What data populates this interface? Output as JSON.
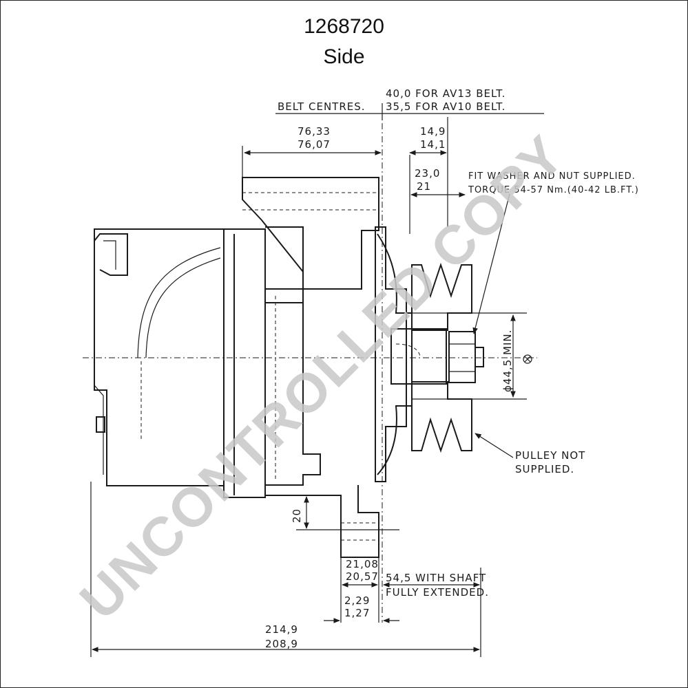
{
  "header": {
    "part_number": "1268720",
    "view": "Side"
  },
  "watermark": "UNCONTROLLED COPY",
  "labels": {
    "belt_40": "40,0 FOR AV13 BELT.",
    "belt_35": "35,5 FOR AV10 BELT.",
    "belt_centres": "BELT CENTRES.",
    "dim_76_33": "76,33",
    "dim_76_07": "76,07",
    "dim_14_9": "14,9",
    "dim_14_1": "14,1",
    "dim_23_0": "23,0",
    "dim_21": "21",
    "fit_washer": "FIT WASHER AND NUT SUPPLIED.",
    "torque": "TORQUE 54-57 Nm.(40-42 LB.FT.)",
    "dia_44_5": "ϕ44,5 MIN.",
    "pulley_not": "PULLEY NOT",
    "supplied": "SUPPLIED.",
    "dim_20": "20",
    "dim_21_08": "21,08",
    "dim_20_57": "20,57",
    "shaft_54_5": "54,5 WITH SHAFT",
    "fully_extended": "FULLY EXTENDED.",
    "dim_2_29": "2,29",
    "dim_1_27": "1,27",
    "dim_214_9": "214,9",
    "dim_208_9": "208,9"
  }
}
